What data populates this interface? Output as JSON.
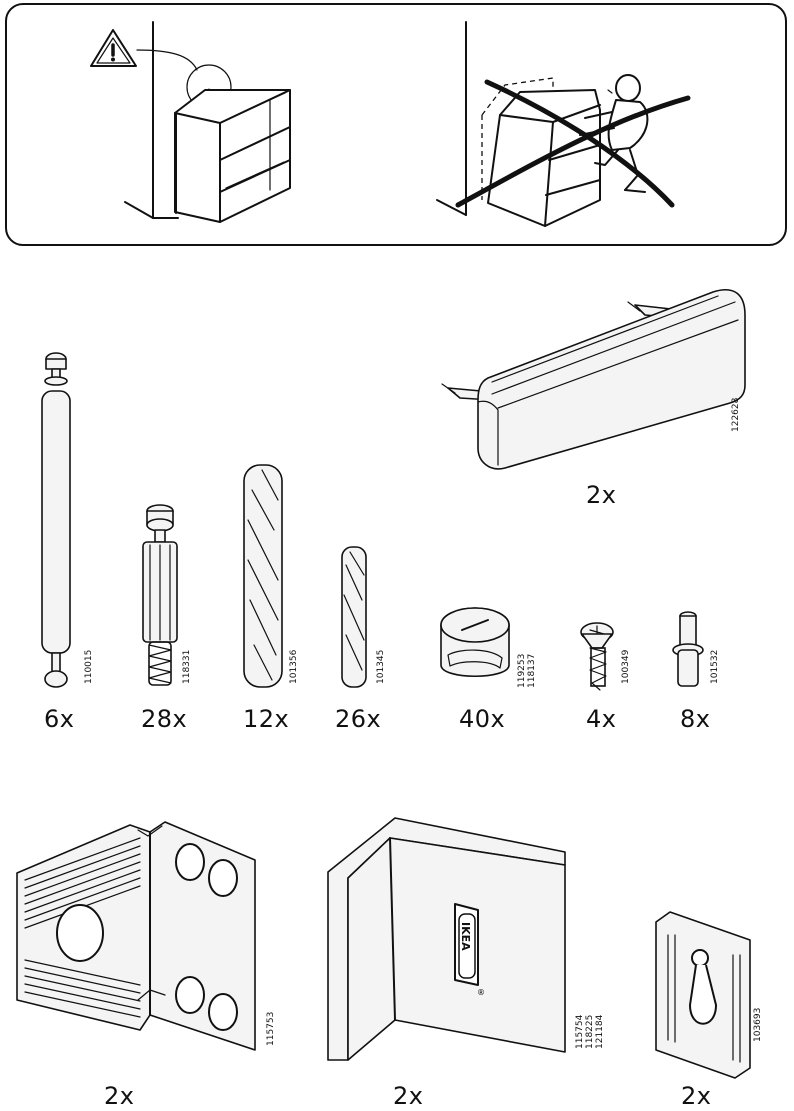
{
  "warning_panel": {
    "left_scene": "shelf-anchored-to-wall",
    "right_scene": "shelf-tipping-over-crossed-out",
    "warning_icon": "warning-triangle-icon"
  },
  "parts": [
    {
      "id": "cam-bolt-long",
      "code": "110015",
      "qty": "6x"
    },
    {
      "id": "cam-bolt-dowel",
      "code": "118331",
      "qty": "28x"
    },
    {
      "id": "wood-dowel-large",
      "code": "101356",
      "qty": "12x"
    },
    {
      "id": "wood-dowel-small",
      "code": "101345",
      "qty": "26x"
    },
    {
      "id": "cam-lock",
      "code": [
        "119253",
        "118137"
      ],
      "qty": "40x"
    },
    {
      "id": "screw",
      "code": "100349",
      "qty": "4x"
    },
    {
      "id": "shelf-pin",
      "code": "101532",
      "qty": "8x"
    },
    {
      "id": "plinth-foot",
      "code": "122628",
      "qty": "2x"
    },
    {
      "id": "corner-bracket",
      "code": "115753",
      "qty": "2x"
    },
    {
      "id": "angle-bracket-ikea",
      "code": [
        "115754",
        "118225",
        "121184"
      ],
      "qty": "2x"
    },
    {
      "id": "keyhole-plate",
      "code": "103693",
      "qty": "2x"
    }
  ],
  "logo": {
    "text": "IKEA",
    "mark": "®"
  }
}
